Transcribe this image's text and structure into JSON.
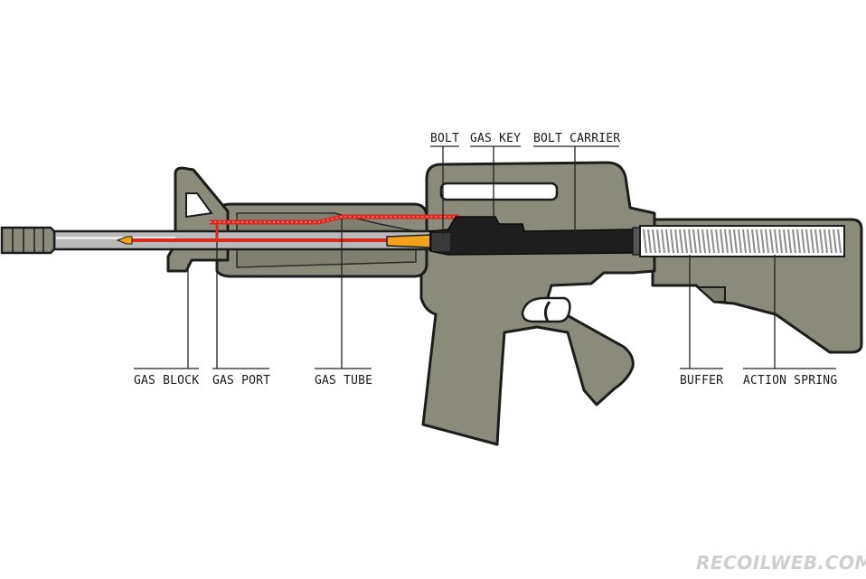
{
  "labels": {
    "bolt": "BOLT",
    "gas_key": "GAS KEY",
    "bolt_carrier": "BOLT CARRIER",
    "gas_block": "GAS BLOCK",
    "gas_port": "GAS PORT",
    "gas_tube": "GAS TUBE",
    "buffer": "BUFFER",
    "action_spring": "ACTION SPRING"
  },
  "watermark": "RECOILWEB.COM",
  "colors": {
    "body": "#8a8b7a",
    "outline": "#1c1c1c",
    "gas_path": "#d9281f",
    "bullet": "#f2a31c",
    "bolt": "#1e1e1e",
    "barrel": "#b9b9b9",
    "spring": "#d9d9d9"
  }
}
